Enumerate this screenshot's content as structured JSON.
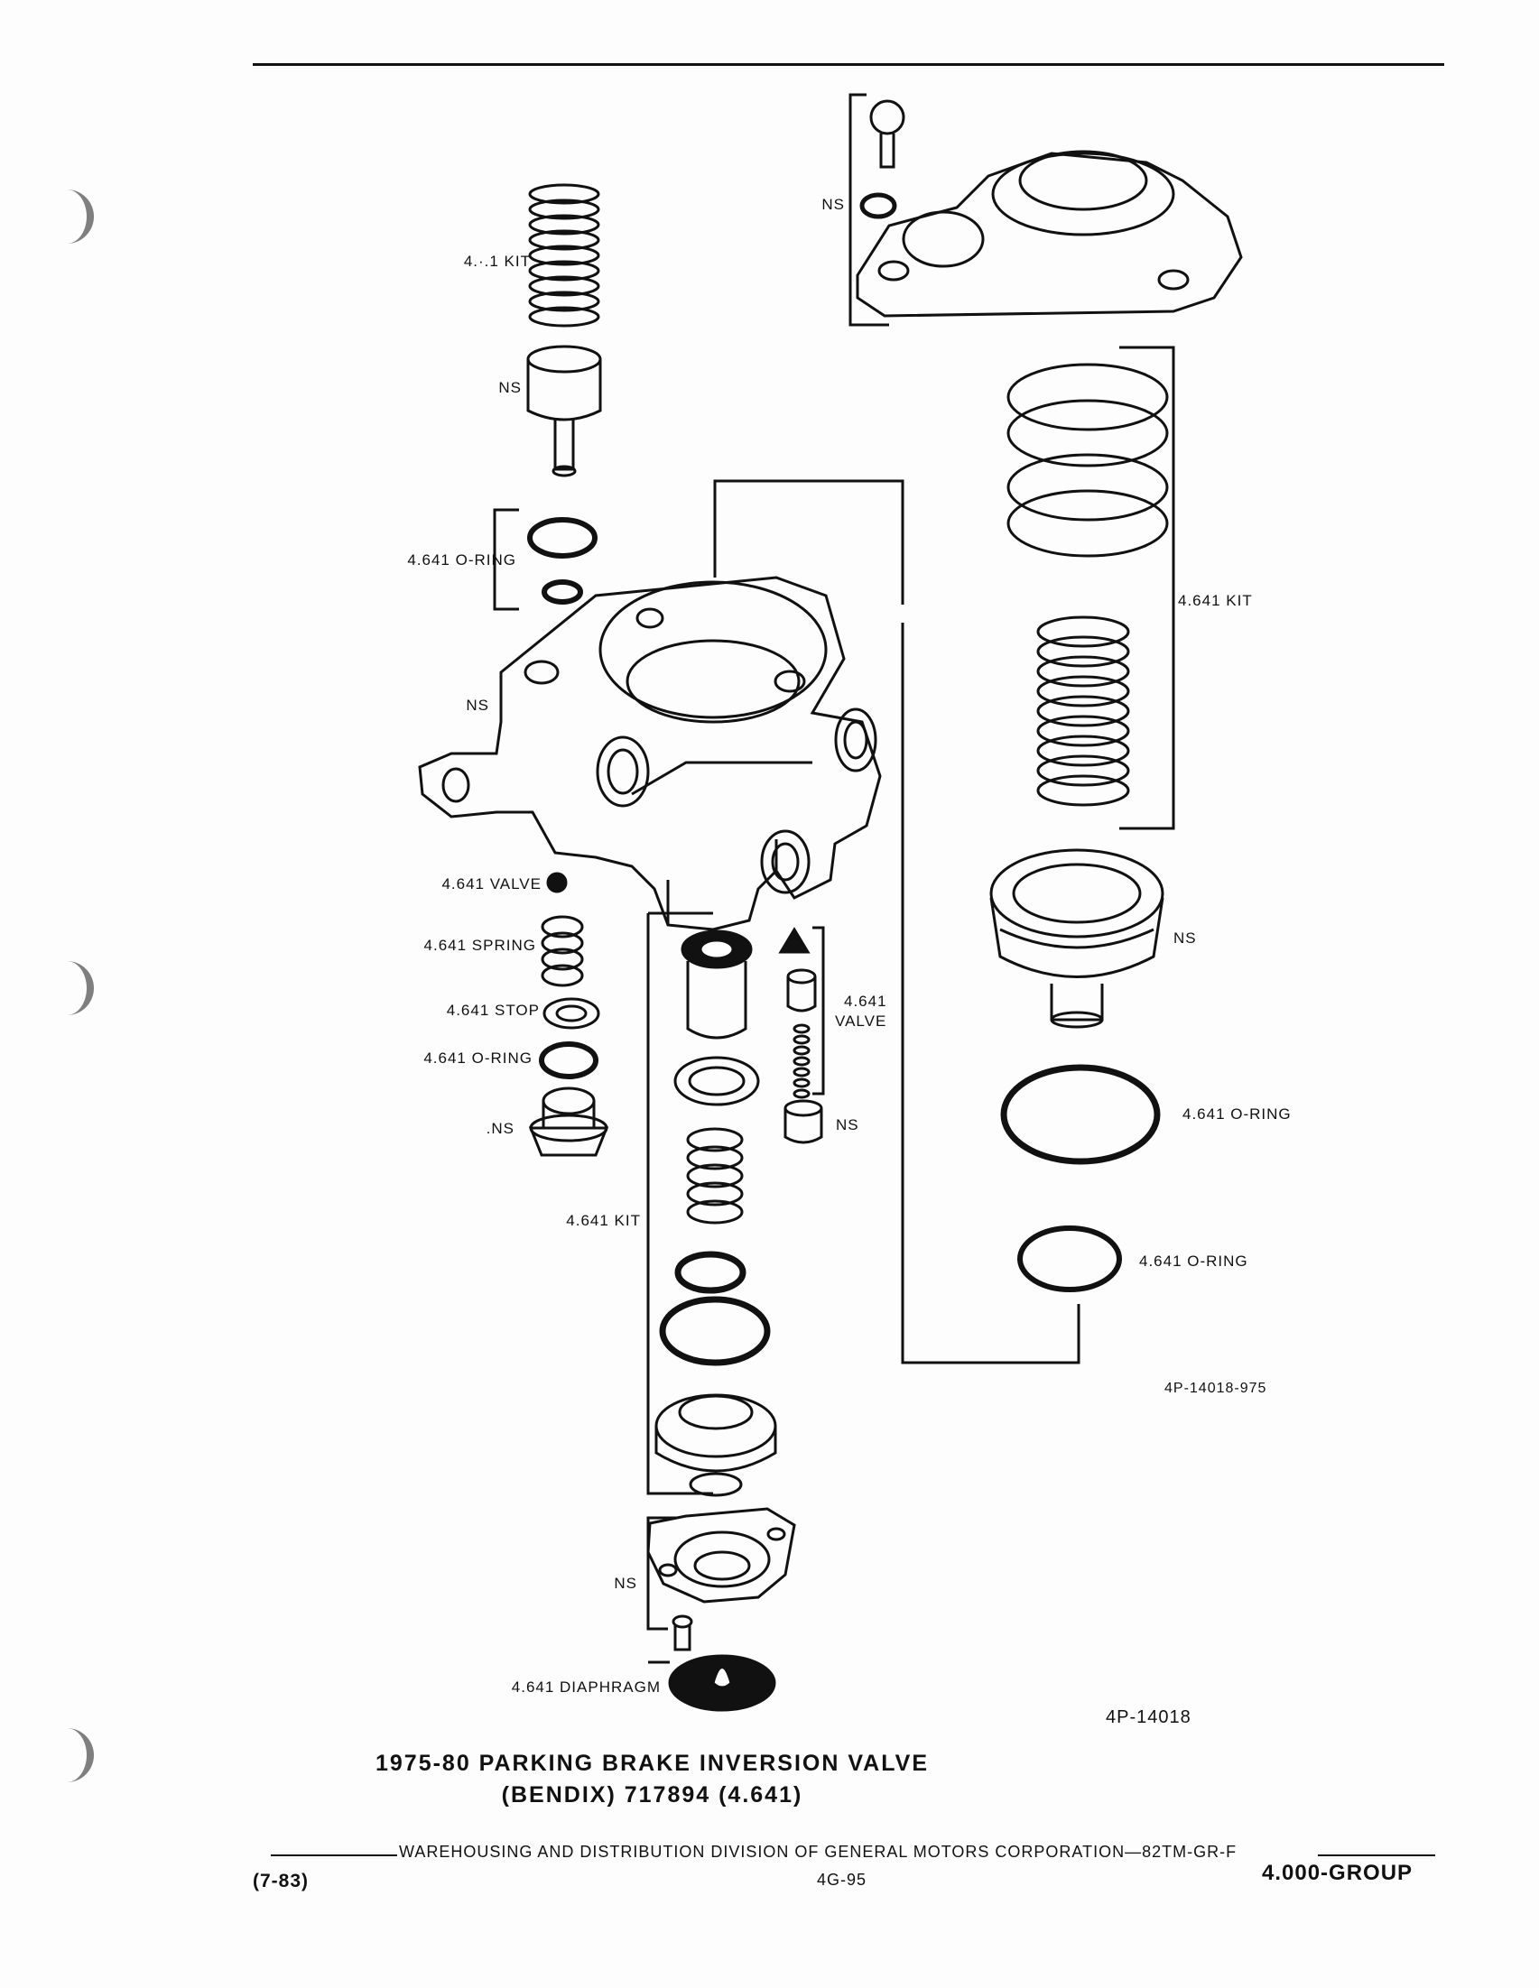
{
  "page": {
    "callouts": {
      "top_kit": "4.·.1 KIT",
      "ns_piston": "NS",
      "o_ring_left": "4.641 O-RING",
      "ns_body": "NS",
      "valve_left": "4.641 VALVE",
      "spring_left": "4.641 SPRING",
      "stop_left": "4.641 STOP",
      "o_ring_left2": "4.641 O-RING",
      "ns_plug": ".NS",
      "kit_center": "4.641 KIT",
      "ns_cover_bottom": "NS",
      "diaphragm": "4.641 DIAPHRAGM",
      "ns_cover_top": "NS",
      "kit_right": "4.641 KIT",
      "ns_diaphragm_right": "NS",
      "valve_center_1": "4.641",
      "valve_center_2": "VALVE",
      "ns_small": "NS",
      "o_ring_right_1": "4.641 O-RING",
      "o_ring_right_2": "4.641 O-RING",
      "drawing_no": "4P-14018-975",
      "figure_no": "4P-14018"
    },
    "title_line1": "1975-80 PARKING BRAKE INVERSION VALVE",
    "title_line2": "(BENDIX) 717894 (4.641)",
    "footer": {
      "division": "WAREHOUSING AND DISTRIBUTION  DIVISION OF GENERAL MOTORS CORPORATION—82TM-GR-F",
      "date": "(7-83)",
      "page_no": "4G-95",
      "group": "4.000-GROUP"
    }
  }
}
